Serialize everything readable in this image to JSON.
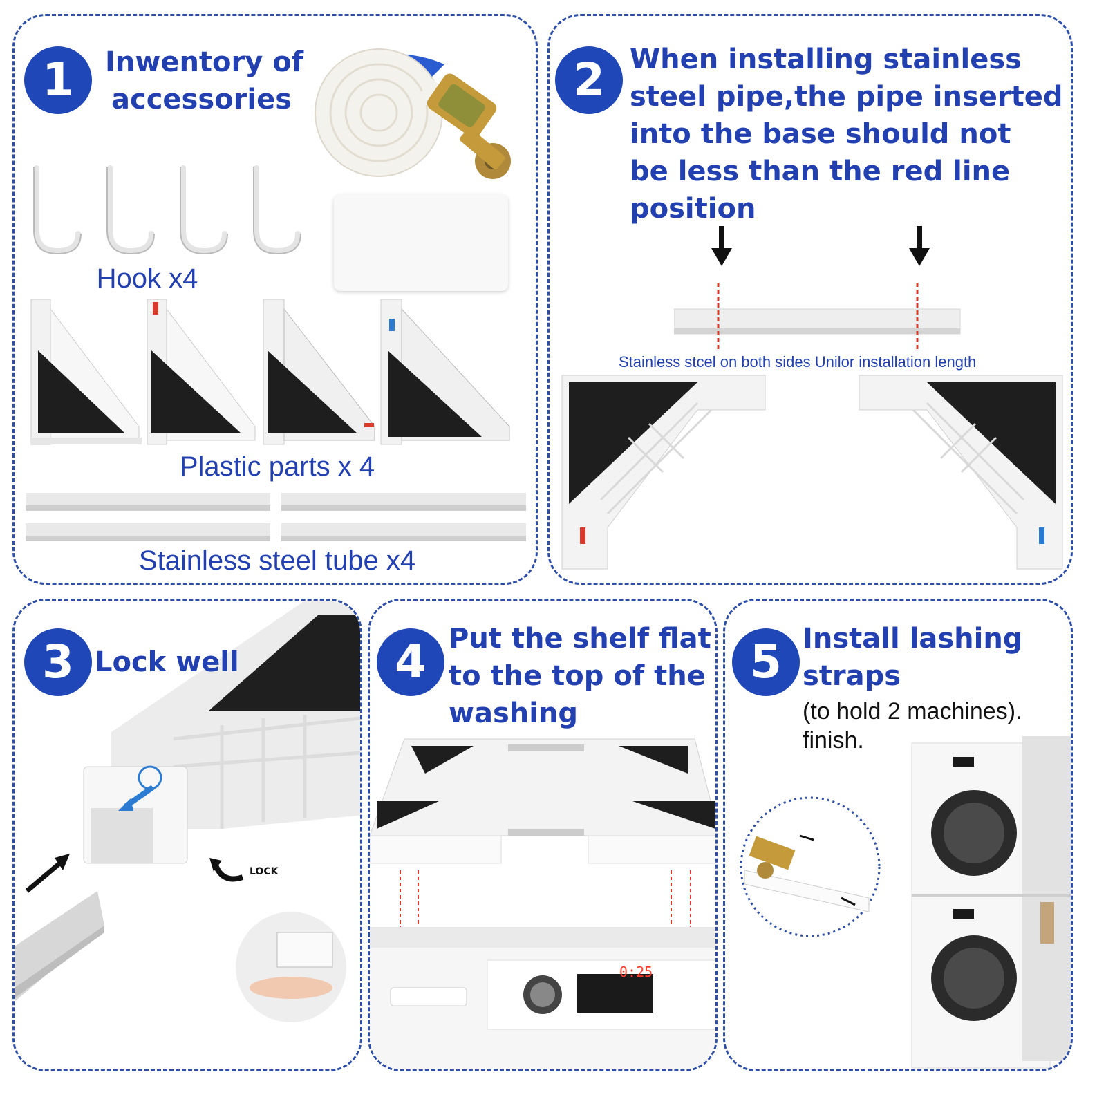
{
  "colors": {
    "accent": "#1f47b8",
    "text_blue": "#2340b0",
    "dash_border": "#2e4fa8",
    "red_line": "#d93a2b",
    "pad_black": "#1e1e1e"
  },
  "step1": {
    "number": "1",
    "title_line1": "Inwentory of",
    "title_line2": "accessories",
    "hook_label": "Hook x4",
    "plastic_label": "Plastic parts x 4",
    "tube_label": "Stainless steel tube x4"
  },
  "step2": {
    "number": "2",
    "title_lines": [
      "When installing stainless",
      "steel pipe,the pipe inserted",
      "into the base should not",
      "be less than the red line",
      "position"
    ],
    "caption": "Stainless stcel on both sides Unilor installation length"
  },
  "step3": {
    "number": "3",
    "title": "Lock well",
    "lock_label": "LOCK"
  },
  "step4": {
    "number": "4",
    "title_lines": [
      "Put the shelf flat",
      "to the top of the",
      "washing machine"
    ],
    "display": "0:25"
  },
  "step5": {
    "number": "5",
    "title_lines": [
      "Install lashing",
      "straps"
    ],
    "note_lines": [
      "(to hold 2 machines).",
      "finish."
    ]
  },
  "icons": [
    "down-arrow-icon",
    "lock-rotate-icon",
    "insert-arrow-icon",
    "direction-arrow-icon"
  ]
}
